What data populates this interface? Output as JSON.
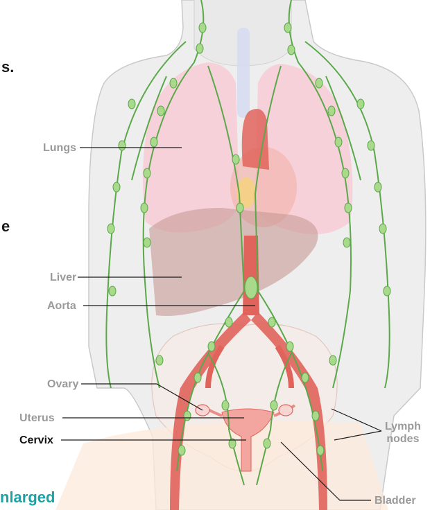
{
  "labels": {
    "lungs": "Lungs",
    "liver": "Liver",
    "aorta": "Aorta",
    "ovary": "Ovary",
    "uterus": "Uterus",
    "cervix": "Cervix",
    "lymph_nodes_line1": "Lymph",
    "lymph_nodes_line2": "nodes",
    "bladder": "Bladder",
    "enlarged": "nlarged"
  },
  "left_text_fragments": [
    "s.",
    "e"
  ],
  "colors": {
    "label_gray": "#9a9a9a",
    "label_dark": "#111111",
    "caption_teal": "#1aa3a6",
    "lymph_green": "#5aa84a",
    "node_green": "#a9d98a",
    "artery_red": "#e0645c",
    "lung_pink": "#f6cdd6",
    "liver_brown": "#c89a96",
    "body_gray": "#eeeeee"
  }
}
